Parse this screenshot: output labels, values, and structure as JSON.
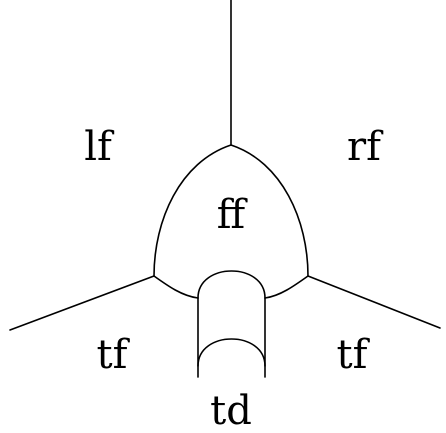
{
  "labels": {
    "left_face": "lf",
    "right_face": "rf",
    "front_face": "ff",
    "left_tail_face": "tf",
    "right_tail_face": "tf",
    "tunnel_dome": "td"
  },
  "colors": {
    "stroke": "#000000",
    "background": "#ffffff"
  }
}
